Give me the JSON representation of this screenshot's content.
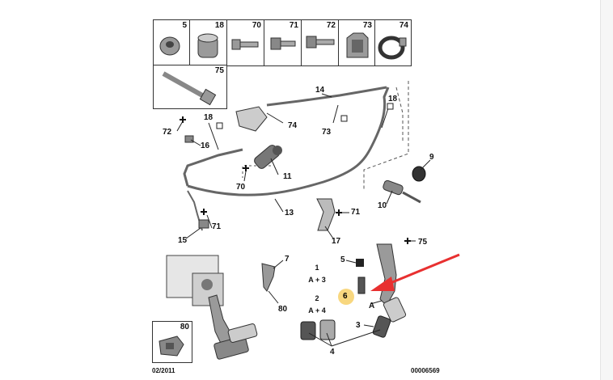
{
  "parts_table": {
    "cells": [
      {
        "ref": "5"
      },
      {
        "ref": "18"
      },
      {
        "ref": "70"
      },
      {
        "ref": "71"
      },
      {
        "ref": "72"
      },
      {
        "ref": "73"
      },
      {
        "ref": "74"
      },
      {
        "ref": "75"
      }
    ]
  },
  "callouts": {
    "c9": "9",
    "c14": "14",
    "c18a": "18",
    "c18b": "18",
    "c72": "72",
    "c16": "16",
    "c74": "74",
    "c73": "73",
    "c11": "11",
    "c70": "70",
    "c10": "10",
    "c13": "13",
    "c71a": "71",
    "c71b": "71",
    "c15": "15",
    "c17": "17",
    "c75": "75",
    "c5": "5",
    "c7": "7",
    "c80": "80",
    "c6": "6",
    "cA": "A",
    "c3": "3",
    "c4": "4"
  },
  "legend": {
    "row1_num": "1",
    "row1_formula": "A + 3",
    "row2_num": "2",
    "row2_formula": "A + 4"
  },
  "inset": {
    "ref": "80"
  },
  "footer": {
    "date": "02/2011",
    "doc_number": "00006569"
  },
  "colors": {
    "highlight_circle": "#f8d77f",
    "arrow": "#e83030"
  }
}
